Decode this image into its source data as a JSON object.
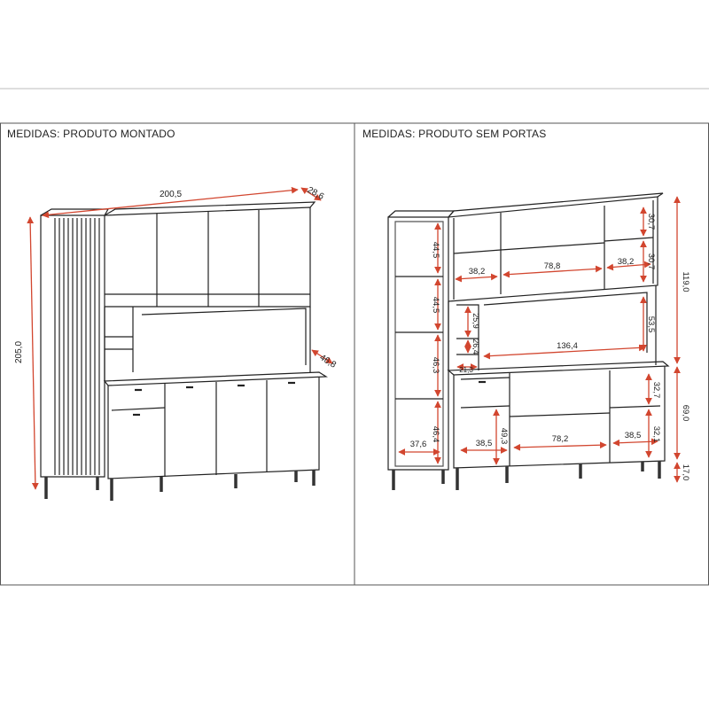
{
  "panels": {
    "left_title": "MEDIDAS: PRODUTO MONTADO",
    "right_title": "MEDIDAS: PRODUTO SEM PORTAS"
  },
  "colors": {
    "dimension": "#d2462f",
    "outline": "#222222",
    "slat": "#444444",
    "frame": "#555555"
  },
  "dimensions": {
    "assembled": {
      "width": "200,5",
      "depth_top": "28,6",
      "height": "205,0",
      "depth_counter": "46,8"
    },
    "no_doors": {
      "left_h1": "44,5",
      "left_h2": "44,5",
      "left_h3": "46,3",
      "left_h4": "46,4",
      "left_w_bottom": "37,6",
      "top_w_left": "38,2",
      "top_w_mid": "78,8",
      "top_w_right": "38,2",
      "top_h_r1": "30,7",
      "top_h_r2": "30,7",
      "niche_w": "136,4",
      "niche_h": "53,5",
      "small_h1": "25,9",
      "small_h2": "26,4",
      "small_w": "21,3",
      "base_w_left": "38,5",
      "base_w_mid": "78,2",
      "base_w_right": "38,5",
      "base_h_mid": "49,3",
      "base_h_r1": "32,7",
      "base_h_r2": "32,1",
      "total_upper": "119,0",
      "total_lower": "69,0",
      "total_feet": "17,0"
    }
  }
}
